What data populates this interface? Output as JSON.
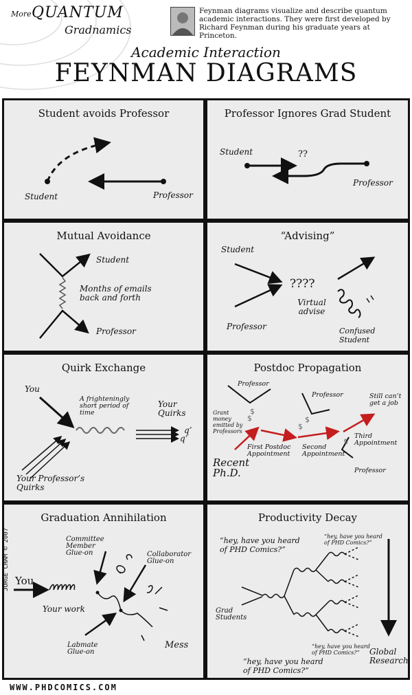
{
  "header": {
    "more": "More",
    "quantum": "QUANTUM",
    "gradnamics": "Gradnamics",
    "intro": "Feynman diagrams visualize and describe quantum academic interactions. They were first developed by Richard Feynman during his graduate years at Princeton.",
    "subtitle": "Academic Interaction",
    "title": "FEYNMAN DIAGRAMS"
  },
  "panels": {
    "p1": {
      "title": "Student avoids Professor",
      "student": "Student",
      "professor": "Professor"
    },
    "p2": {
      "title": "Professor Ignores Grad Student",
      "student": "Student",
      "professor": "Professor",
      "q": "??"
    },
    "p3": {
      "title": "Mutual Avoidance",
      "student": "Student",
      "emails": "Months of emails back and forth",
      "professor": "Professor"
    },
    "p4": {
      "title": "“Advising”",
      "student": "Student",
      "q": "????",
      "virtual": "Virtual advise",
      "professor": "Professor",
      "confused": "Confused Student"
    },
    "p5": {
      "title": "Quirk Exchange",
      "you": "You",
      "short": "A frighteningly short period of time",
      "yourquirks": "Your Quirks",
      "q1": "q’",
      "q2": "q’",
      "profquirks": "Your Professor’s Quirks"
    },
    "p6": {
      "title": "Postdoc Propagation",
      "prof1": "Professor",
      "grant": "Grant money emitted by Professors",
      "prof2": "Professor",
      "job": "Still can’t get a job",
      "first": "First Postdoc Appointment",
      "second": "Second Appointment",
      "third": "Third Appointment",
      "recent": "Recent Ph.D.",
      "prof3": "Professor"
    },
    "p7": {
      "title": "Graduation Annihilation",
      "committee": "Committee Member Glue-on",
      "collab": "Collaborator Glue-on",
      "you": "You",
      "work": "Your work",
      "labmate": "Labmate Glue-on",
      "mess": "Mess"
    },
    "p8": {
      "title": "Productivity Decay",
      "q1": "“hey, have you heard of PHD Comics?”",
      "q2": "“hey, have you heard of PHD Comics?”",
      "q3": "“hey, have you heard of PHD Comics?”",
      "q4": "“hey, have you heard of PHD Comics?”",
      "grad": "Grad Students",
      "global": "Global Research"
    }
  },
  "credit": "JORGE CHAM © 2007",
  "url": "WWW.PHDCOMICS.COM"
}
